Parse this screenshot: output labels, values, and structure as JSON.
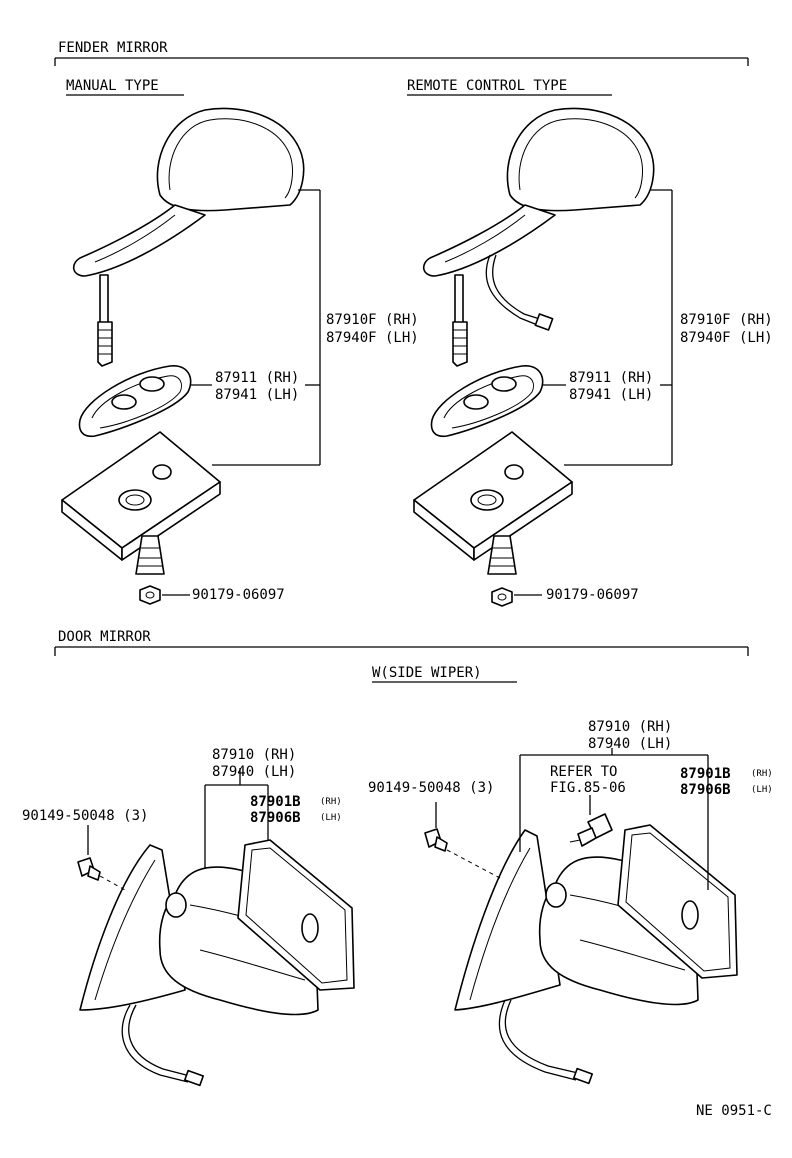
{
  "sections": {
    "fender": "FENDER MIRROR",
    "manual": "MANUAL TYPE",
    "remote": "REMOTE CONTROL TYPE",
    "door": "DOOR MIRROR",
    "side_wiper": "W(SIDE WIPER)"
  },
  "parts": {
    "mirror_fender_rh": "87910F (RH)",
    "mirror_fender_lh": "87940F (LH)",
    "gasket_rh": "87911 (RH)",
    "gasket_lh": "87941 (LH)",
    "nut": "90179-06097",
    "mirror_door_rh": "87910 (RH)",
    "mirror_door_lh": "87940 (LH)",
    "screw": "90149-50048 (3)",
    "glass_rh_no": "87901B",
    "glass_lh_no": "87906B",
    "rh_tag": "(RH)",
    "lh_tag": "(LH)",
    "refer_line1": "REFER TO",
    "refer_line2": "FIG.85-06"
  },
  "figure_code": "NE 0951-C"
}
